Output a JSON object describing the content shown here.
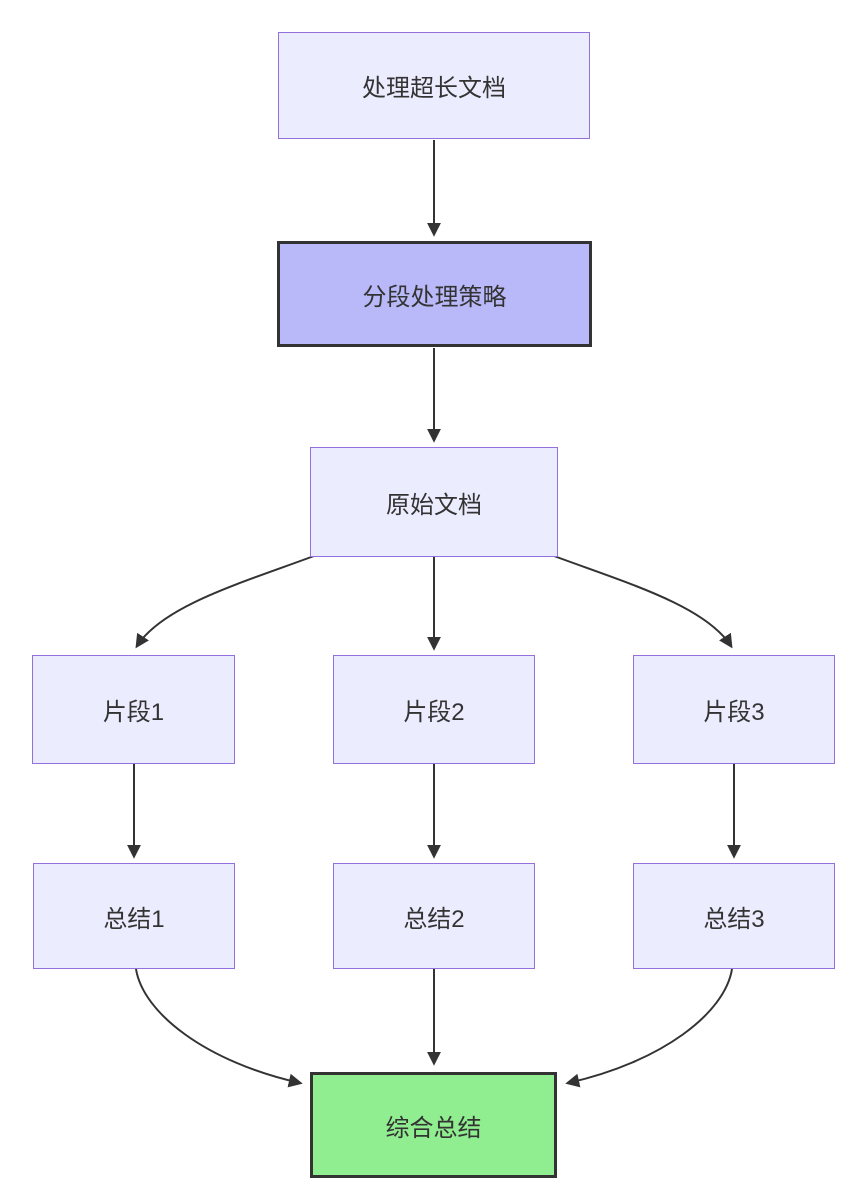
{
  "diagram": {
    "type": "flowchart",
    "direction": "top-down",
    "background": "#ffffff",
    "colors": {
      "node_fill": "#ECECFF",
      "node_border": "#9370DB",
      "emphasis_fill": "#b9b9f9",
      "emphasis_border": "#333333",
      "success_fill": "#90EE90",
      "success_border": "#333333",
      "edge_color": "#333333",
      "text_color": "#333333"
    },
    "nodes": [
      {
        "id": "doc",
        "label": "处理超长文档",
        "style": "default"
      },
      {
        "id": "strategy",
        "label": "分段处理策略",
        "style": "emphasis"
      },
      {
        "id": "original",
        "label": "原始文档",
        "style": "default"
      },
      {
        "id": "seg1",
        "label": "片段1",
        "style": "default"
      },
      {
        "id": "seg2",
        "label": "片段2",
        "style": "default"
      },
      {
        "id": "seg3",
        "label": "片段3",
        "style": "default"
      },
      {
        "id": "sum1",
        "label": "总结1",
        "style": "default"
      },
      {
        "id": "sum2",
        "label": "总结2",
        "style": "default"
      },
      {
        "id": "sum3",
        "label": "总结3",
        "style": "default"
      },
      {
        "id": "final",
        "label": "综合总结",
        "style": "success"
      }
    ],
    "edges": [
      {
        "from": "doc",
        "to": "strategy"
      },
      {
        "from": "strategy",
        "to": "original"
      },
      {
        "from": "original",
        "to": "seg1"
      },
      {
        "from": "original",
        "to": "seg2"
      },
      {
        "from": "original",
        "to": "seg3"
      },
      {
        "from": "seg1",
        "to": "sum1"
      },
      {
        "from": "seg2",
        "to": "sum2"
      },
      {
        "from": "seg3",
        "to": "sum3"
      },
      {
        "from": "sum1",
        "to": "final"
      },
      {
        "from": "sum2",
        "to": "final"
      },
      {
        "from": "sum3",
        "to": "final"
      }
    ]
  }
}
